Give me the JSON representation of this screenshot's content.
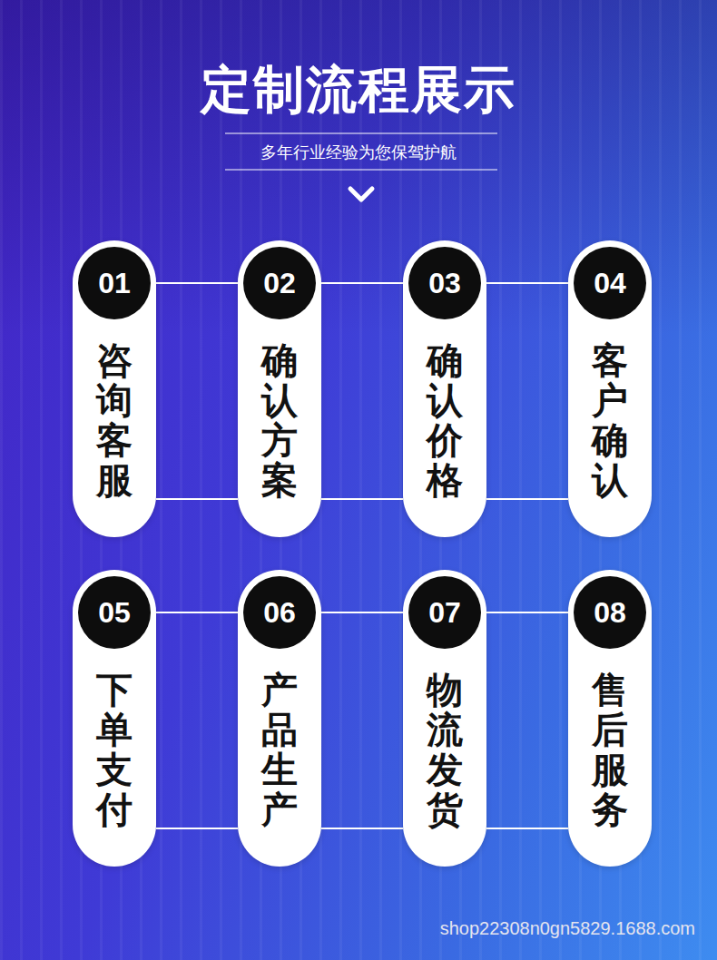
{
  "diagram": {
    "title": "定制流程展示",
    "nodes": [
      {
        "text": [
          "咨询客服"
        ]
      },
      {
        "text": [
          "01"
        ],
        "in": 0
      },
      {
        "text": [
          "确认方案"
        ]
      },
      {
        "text": [
          "02"
        ],
        "in": 2
      },
      {
        "text": [
          "确认价格"
        ]
      },
      {
        "text": [
          "03"
        ],
        "in": 4
      },
      {
        "text": [
          "客户确认"
        ]
      },
      {
        "text": [
          "04"
        ],
        "in": 6
      },
      {
        "text": [
          "下单支付"
        ]
      },
      {
        "text": [
          "05"
        ],
        "in": 8
      },
      {
        "text": [
          "产品生产"
        ]
      },
      {
        "text": [
          "06"
        ],
        "in": 10
      },
      {
        "text": [
          "物流发货"
        ]
      },
      {
        "text": [
          "07"
        ],
        "in": 12
      },
      {
        "text": [
          "售后服务"
        ]
      },
      {
        "text": [
          "08"
        ],
        "in": 14
      }
    ],
    "edges": [
      {
        "from": 0,
        "to": 2,
        "arrow": "none"
      },
      {
        "from": 0,
        "to": 2,
        "arrow": "none"
      },
      {
        "from": 2,
        "to": 4,
        "arrow": "none"
      },
      {
        "from": 2,
        "to": 4,
        "arrow": "none"
      },
      {
        "from": 4,
        "to": 6,
        "arrow": "none"
      },
      {
        "from": 4,
        "to": 6,
        "arrow": "none"
      },
      {
        "from": 8,
        "to": 10,
        "arrow": "none"
      },
      {
        "from": 8,
        "to": 10,
        "arrow": "none"
      },
      {
        "from": 10,
        "to": 12,
        "arrow": "none"
      },
      {
        "from": 10,
        "to": 12,
        "arrow": "none"
      },
      {
        "from": 12,
        "to": 14,
        "arrow": "none"
      },
      {
        "from": 12,
        "to": 14,
        "arrow": "none"
      }
    ],
    "labels": [
      "多年行业经验为您保驾护航",
      "shop22308n0gn5829.1688.com"
    ]
  }
}
